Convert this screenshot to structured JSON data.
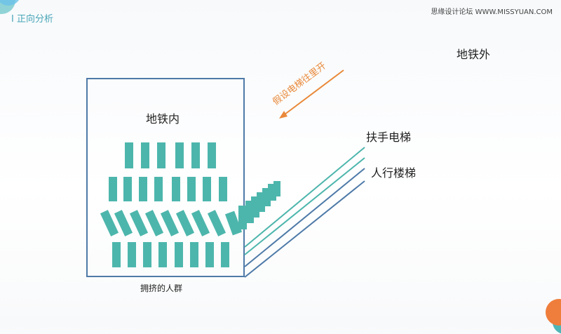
{
  "slide": {
    "section_title": "I 正向分析",
    "watermark": "思缘设计论坛 WWW.MISSYUAN.COM"
  },
  "diagram": {
    "outside_label": "地铁外",
    "inside_label": "地铁内",
    "crowd_label": "拥挤的人群",
    "escalator_label": "扶手电梯",
    "stairs_label": "人行楼梯",
    "arrow_label": "假设电梯往里开"
  },
  "colors": {
    "person": "#4db6ac",
    "escalator": "#4db6ac",
    "stairs": "#4e7aa8",
    "box_border": "#4e7aa8",
    "arrow": "#e9893a",
    "accent": "#4aa6b8"
  }
}
